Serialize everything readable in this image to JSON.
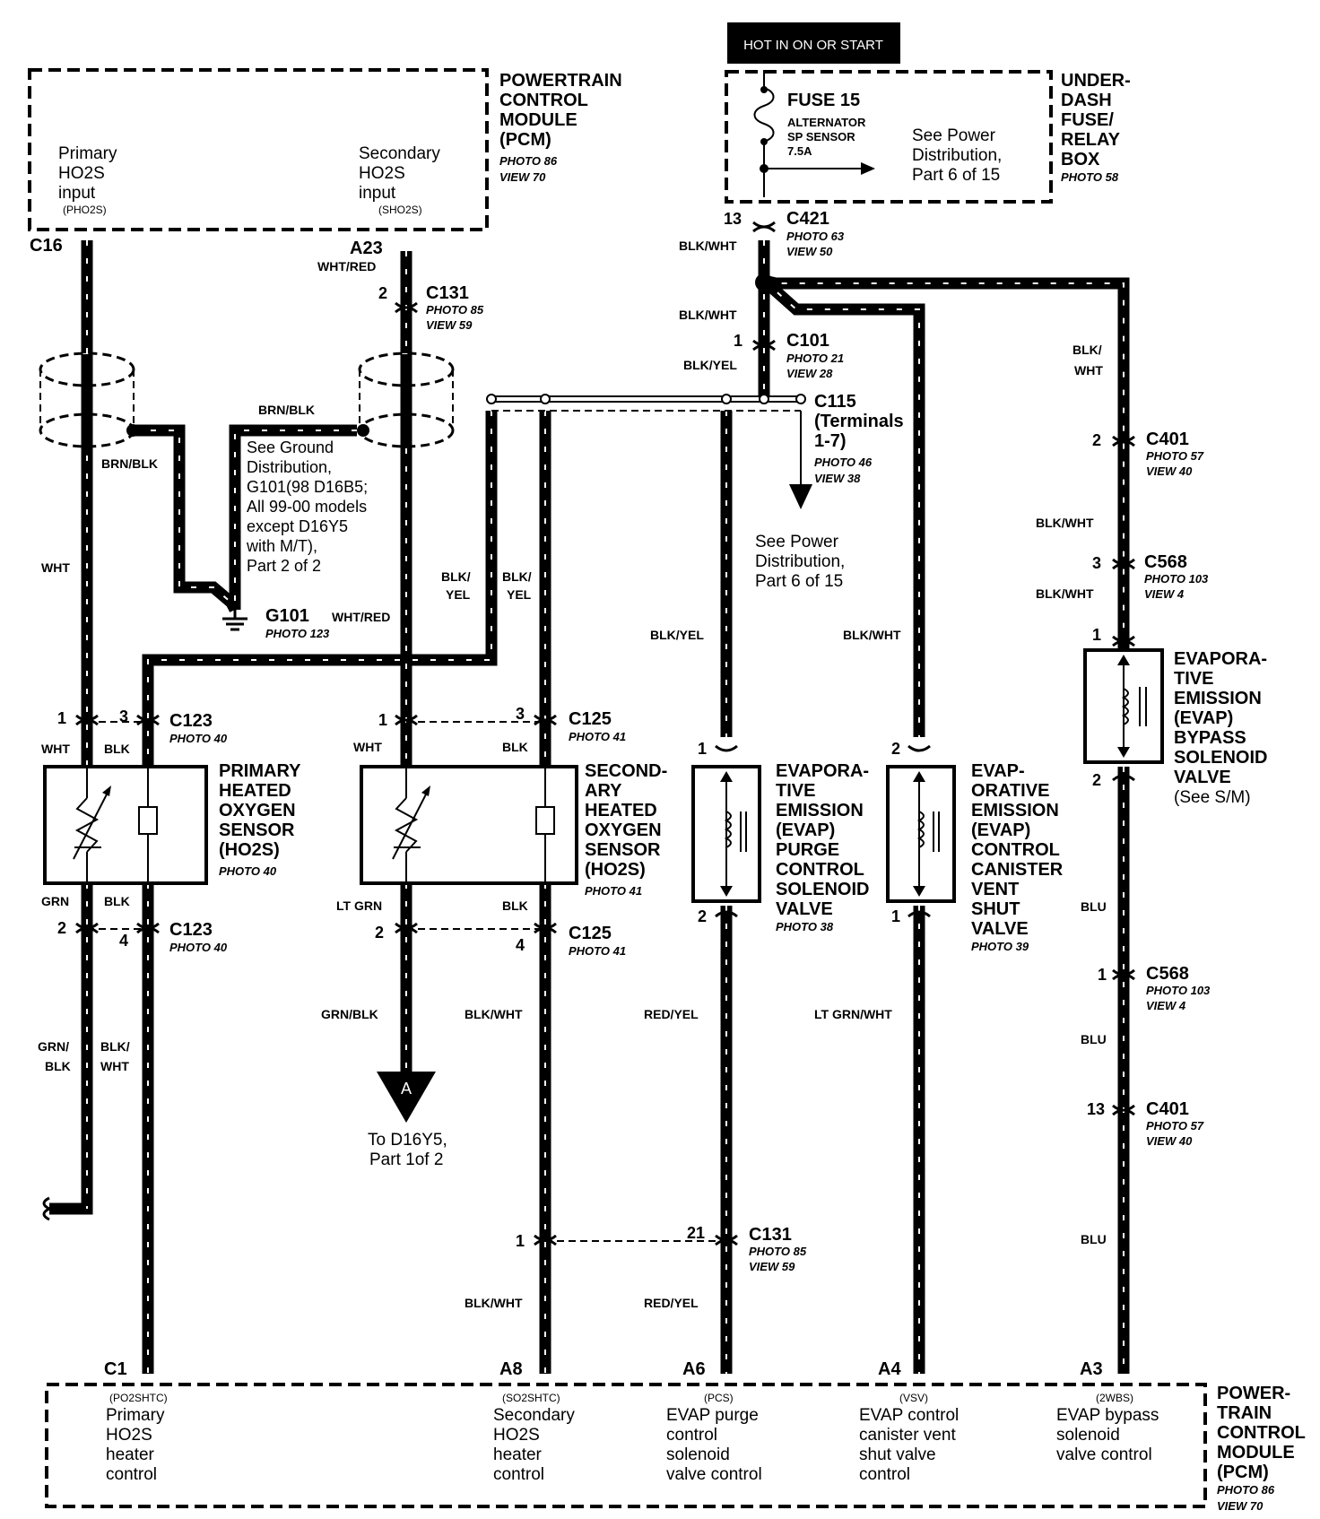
{
  "hot_banner": "HOT IN ON OR START",
  "pcm_top": {
    "title": [
      "POWERTRAIN",
      "CONTROL",
      "MODULE",
      "(PCM)"
    ],
    "photo": "PHOTO 86",
    "view": "VIEW 70",
    "primary_input": [
      "Primary",
      "HO2S",
      "input"
    ],
    "primary_signal": "(PHO2S)",
    "secondary_input": [
      "Secondary",
      "HO2S",
      "input"
    ],
    "secondary_signal": "(SHO2S)",
    "pin_c16": "C16",
    "pin_a23": "A23"
  },
  "fuse_box": {
    "title": [
      "UNDER-",
      "DASH",
      "FUSE/",
      "RELAY",
      "BOX"
    ],
    "photo": "PHOTO 58",
    "fuse": "FUSE 15",
    "fuse_desc": [
      "ALTERNATOR",
      "SP SENSOR",
      "7.5A"
    ],
    "see_power": [
      "See Power",
      "Distribution,",
      "Part 6 of 15"
    ]
  },
  "connectors": {
    "c421": {
      "name": "C421",
      "photo": "PHOTO 63",
      "view": "VIEW 50",
      "pin": "13"
    },
    "c131_top": {
      "name": "C131",
      "photo": "PHOTO 85",
      "view": "VIEW 59",
      "pin": "2"
    },
    "c101": {
      "name": "C101",
      "photo": "PHOTO 21",
      "view": "VIEW 28",
      "pin": "1"
    },
    "c115": {
      "name": "C115",
      "terms": [
        "(Terminals",
        "1-7)"
      ],
      "photo": "PHOTO 46",
      "view": "VIEW 38"
    },
    "c401_top": {
      "name": "C401",
      "photo": "PHOTO 57",
      "view": "VIEW 40",
      "pin": "2"
    },
    "c568_top": {
      "name": "C568",
      "photo": "PHOTO 103",
      "view": "VIEW 4",
      "pin": "3"
    },
    "c123_top": {
      "name": "C123",
      "photo": "PHOTO 40",
      "pin1": "1",
      "pin3": "3"
    },
    "c125_top": {
      "name": "C125",
      "photo": "PHOTO 41",
      "pin1": "1",
      "pin3": "3"
    },
    "c123_bot": {
      "name": "C123",
      "photo": "PHOTO 40",
      "pin2": "2",
      "pin4": "4"
    },
    "c125_bot": {
      "name": "C125",
      "photo": "PHOTO 41",
      "pin2": "2",
      "pin4": "4"
    },
    "c568_bot": {
      "name": "C568",
      "photo": "PHOTO 103",
      "view": "VIEW 4",
      "pin": "1"
    },
    "c401_bot": {
      "name": "C401",
      "photo": "PHOTO 57",
      "view": "VIEW 40",
      "pin": "13"
    },
    "c131_bot": {
      "name": "C131",
      "photo": "PHOTO 85",
      "view": "VIEW 59",
      "pin1": "1",
      "pin21": "21"
    }
  },
  "wires": {
    "blk_wht_1": "BLK/WHT",
    "blk_wht_2": "BLK/WHT",
    "blk_yel_1": "BLK/YEL",
    "blk_wht_r1": [
      "BLK/",
      "WHT"
    ],
    "blk_wht_r2": "BLK/WHT",
    "blk_wht_r3": "BLK/WHT",
    "wht_red_1": "WHT/RED",
    "wht_red_2": "WHT/RED",
    "brn_blk_1": "BRN/BLK",
    "brn_blk_2": "BRN/BLK",
    "wht_left": "WHT",
    "blk_yel_a": [
      "BLK/",
      "YEL"
    ],
    "blk_yel_b": [
      "BLK/",
      "YEL"
    ],
    "blk_yel_purge": "BLK/YEL",
    "blk_wht_vent": "BLK/WHT",
    "wht_c123": "WHT",
    "blk_c123": "BLK",
    "wht_c125": "WHT",
    "blk_c125": "BLK",
    "grn_c123": "GRN",
    "blk_c123b": "BLK",
    "ltgrn_c125": "LT GRN",
    "blk_c125b": "BLK",
    "grn_blk_l": [
      "GRN/",
      "BLK"
    ],
    "blk_wht_l": [
      "BLK/",
      "WHT"
    ],
    "grn_blk_c": "GRN/BLK",
    "blk_wht_c": "BLK/WHT",
    "red_yel_1": "RED/YEL",
    "lt_grn_wht": "LT GRN/WHT",
    "blu_1": "BLU",
    "blu_2": "BLU",
    "blu_3": "BLU",
    "blk_wht_c2": "BLK/WHT",
    "red_yel_2": "RED/YEL"
  },
  "ground": {
    "name": "G101",
    "photo": "PHOTO 123",
    "note": [
      "See Ground",
      "Distribution,",
      "G101(98 D16B5;",
      "All 99-00 models",
      "except D16Y5",
      "with M/T),",
      "Part 2 of 2"
    ]
  },
  "components": {
    "primary_ho2s": {
      "name": [
        "PRIMARY",
        "HEATED",
        "OXYGEN",
        "SENSOR",
        "(HO2S)"
      ],
      "photo": "PHOTO 40"
    },
    "secondary_ho2s": {
      "name": [
        "SECOND-",
        "ARY",
        "HEATED",
        "OXYGEN",
        "SENSOR",
        "(HO2S)"
      ],
      "photo": "PHOTO 41"
    },
    "purge": {
      "name": [
        "EVAPORA-",
        "TIVE",
        "EMISSION",
        "(EVAP)",
        "PURGE",
        "CONTROL",
        "SOLENOID",
        "VALVE"
      ],
      "photo": "PHOTO 38",
      "pin_top": "1",
      "pin_bot": "2"
    },
    "vent": {
      "name": [
        "EVAP-",
        "ORATIVE",
        "EMISSION",
        "(EVAP)",
        "CONTROL",
        "CANISTER",
        "VENT",
        "SHUT",
        "VALVE"
      ],
      "photo": "PHOTO 39",
      "pin_top": "2",
      "pin_bot": "1"
    },
    "bypass": {
      "name": [
        "EVAPORA-",
        "TIVE",
        "EMISSION",
        "(EVAP)",
        "BYPASS",
        "SOLENOID",
        "VALVE"
      ],
      "note": "(See S/M)",
      "pin_top": "1",
      "pin_bot": "2"
    }
  },
  "see_power_mid": [
    "See Power",
    "Distribution,",
    "Part 6 of 15"
  ],
  "offpage": {
    "letter": "A",
    "text": [
      "To D16Y5,",
      "Part 1of 2"
    ]
  },
  "pcm_bottom": {
    "title": [
      "POWER-",
      "TRAIN",
      "CONTROL",
      "MODULE",
      "(PCM)"
    ],
    "photo": "PHOTO 86",
    "view": "VIEW 70",
    "pins": [
      {
        "pin": "C1",
        "signal": "(PO2SHTC)",
        "label": [
          "Primary",
          "HO2S",
          "heater",
          "control"
        ]
      },
      {
        "pin": "A8",
        "signal": "(SO2SHTC)",
        "label": [
          "Secondary",
          "HO2S",
          "heater",
          "control"
        ]
      },
      {
        "pin": "A6",
        "signal": "(PCS)",
        "label": [
          "EVAP purge",
          "control",
          "solenoid",
          "valve control"
        ]
      },
      {
        "pin": "A4",
        "signal": "(VSV)",
        "label": [
          "EVAP control",
          "canister vent",
          "shut valve",
          "control"
        ]
      },
      {
        "pin": "A3",
        "signal": "(2WBS)",
        "label": [
          "EVAP bypass",
          "solenoid",
          "valve control"
        ]
      }
    ]
  }
}
